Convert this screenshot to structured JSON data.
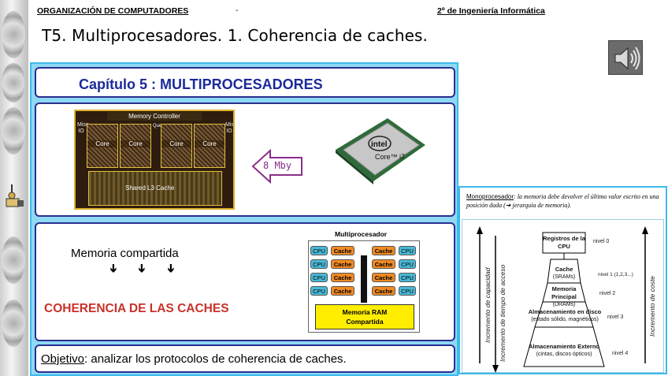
{
  "header": {
    "left": "ORGANIZACIÓN DE COMPUTADORES",
    "dash": "-",
    "right": "2º de Ingeniería Informática"
  },
  "title": "T5. Multiprocesadores. 1. Coherencia de caches.",
  "chapter": "Capítulo 5 :  MULTIPROCESADORES",
  "die": {
    "memory_controller": "Memory Controller",
    "cores": [
      "Core",
      "Core",
      "Core",
      "Core"
    ],
    "cache": "Shared L3 Cache",
    "side_left": "Misc IO",
    "side_right": "Misc IO",
    "queue": "Queue"
  },
  "arrow_label": "8 Mby",
  "chip": {
    "brand": "intel",
    "model": "Core™ i7"
  },
  "memoria_compartida": "Memoria compartida",
  "down_arrows": [
    "➔",
    "➔",
    "➔"
  ],
  "coherencia": "COHERENCIA DE LAS CACHES",
  "multiprocesador": {
    "title": "Multiprocesador",
    "cpu": "CPU",
    "cache": "Cache",
    "ram_line1": "Memoria RAM",
    "ram_line2": "Compartida"
  },
  "objetivo": {
    "label": "Objetivo",
    "text": ": analizar los protocolos de coherencia de caches."
  },
  "hierarchy": {
    "mono_label": "Monoprocesador",
    "mono_text": ": la memoria debe devolver el último valor escrito en una  posición dada  (➔ jerarquía de memoria).",
    "left_label_1": "Incremento de capacidad",
    "left_label_2": "Incremento de tiempo de acceso",
    "right_label": "Incremento de coste",
    "levels": [
      {
        "name": "Registros de la CPU",
        "sub": "",
        "nivel": "nivel 0"
      },
      {
        "name": "Cache",
        "sub": "(SRAMs)",
        "nivel": "nivel 1 (1,2,3...)"
      },
      {
        "name": "Memoria Principal",
        "sub": "(DRAMs)",
        "nivel": "nivel 2"
      },
      {
        "name": "Almacenamiento en disco",
        "sub": "(estado sólido, magnéticos)",
        "nivel": "nivel 3"
      },
      {
        "name": "Almacenamiento  Externo",
        "sub": "(cintas, discos ópticos)",
        "nivel": "nivel 4"
      }
    ]
  },
  "colors": {
    "panel_bg": "#8fd9f5",
    "box_border": "#2b2e8f",
    "chapter_text": "#1a2a99",
    "coherencia_text": "#c8322a",
    "arrow": "#8a2f8a",
    "cpu": "#49b8d6",
    "cache": "#f08a22",
    "ram": "#ffee00"
  },
  "icons": {
    "speaker": "speaker-icon",
    "left_figure": "person-computer-icon"
  }
}
